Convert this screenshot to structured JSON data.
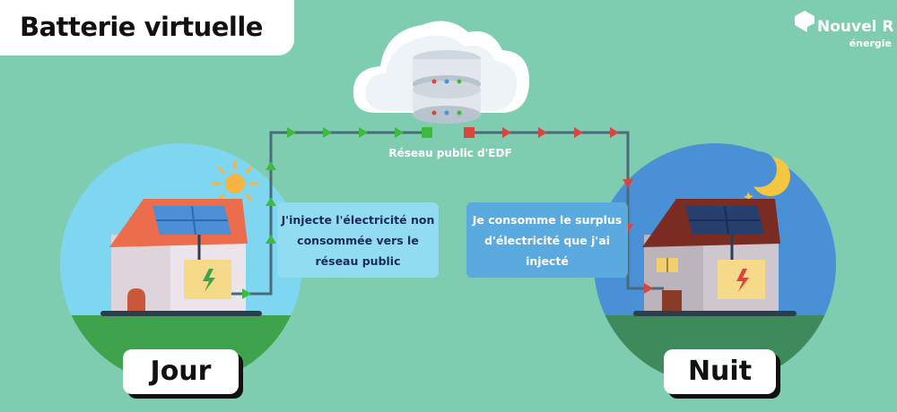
{
  "title": "Batterie virtuelle",
  "logo": {
    "name": "Nouvel R",
    "sub": "énergie"
  },
  "grid": {
    "label": "Réseau public d'EDF"
  },
  "day": {
    "label": "Jour",
    "bubble": "J'injecte l'électricité non consommée vers le réseau public",
    "flow_color": "#3dbb3d"
  },
  "night": {
    "label": "Nuit",
    "bubble": "Je consomme le surplus d'électricité que j'ai injecté",
    "flow_color": "#d9453f"
  },
  "colors": {
    "background": "#7ecdb0",
    "day_sky": "#7fd6f1",
    "night_sky": "#4a90d6",
    "wire": "#4a6b7a"
  }
}
